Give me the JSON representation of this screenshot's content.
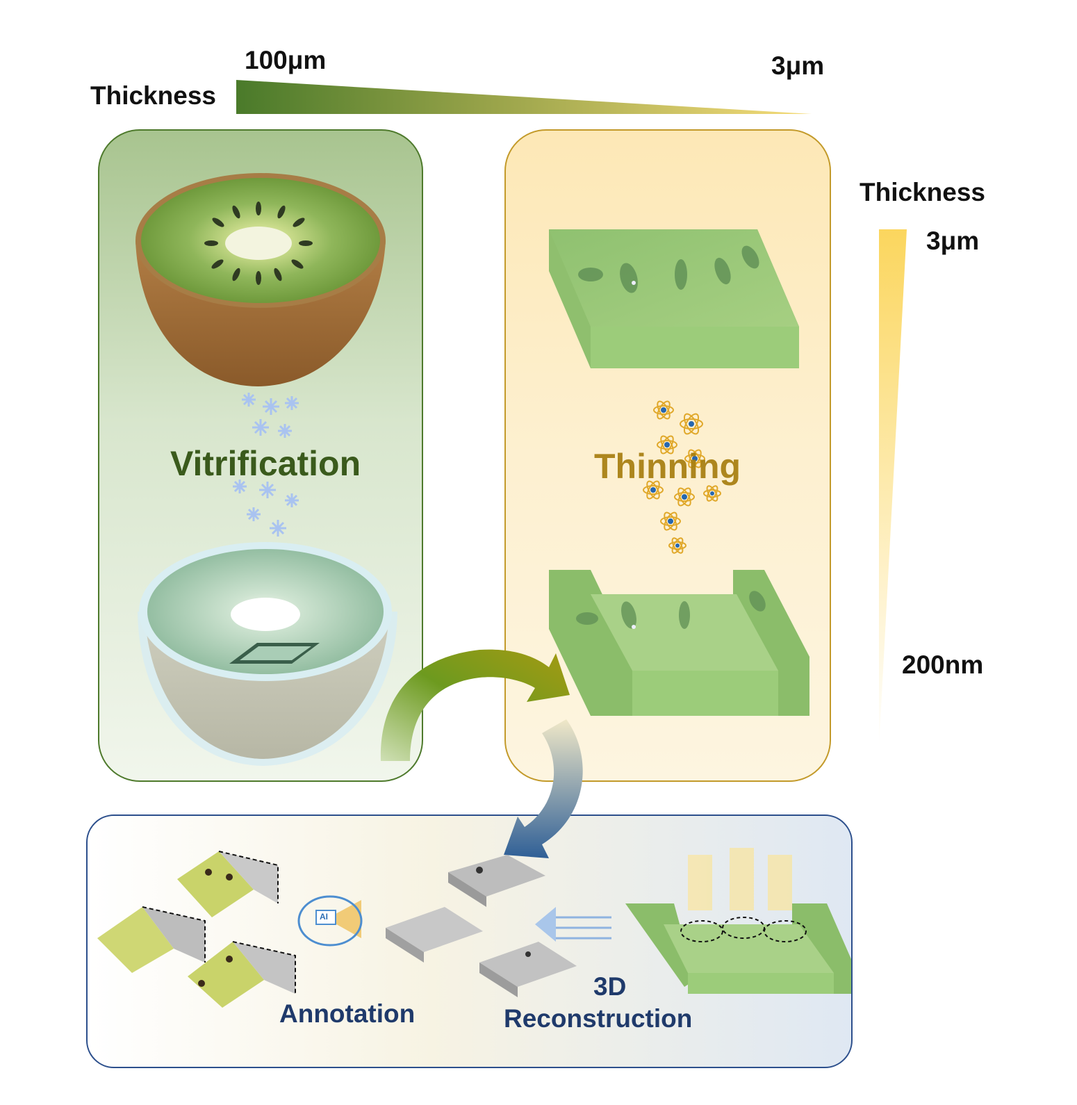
{
  "top_scale": {
    "title": "Thickness",
    "start": "100μm",
    "end": "3μm"
  },
  "side_scale": {
    "title": "Thickness",
    "top": "3μm",
    "bottom": "200nm"
  },
  "steps": {
    "vitrification": "Vitrification",
    "thinning": "Thinning",
    "annotation": "Annotation",
    "reconstruction_line1": "3D",
    "reconstruction_line2": "Reconstruction",
    "ai_badge": "AI"
  },
  "colors": {
    "green_panel": "#4e7a2c",
    "yellow_panel": "#c39a2a",
    "blue_panel": "#2c4f8c",
    "kiwi_flesh": "#8fb65a",
    "kiwi_skin": "#a0703a"
  }
}
